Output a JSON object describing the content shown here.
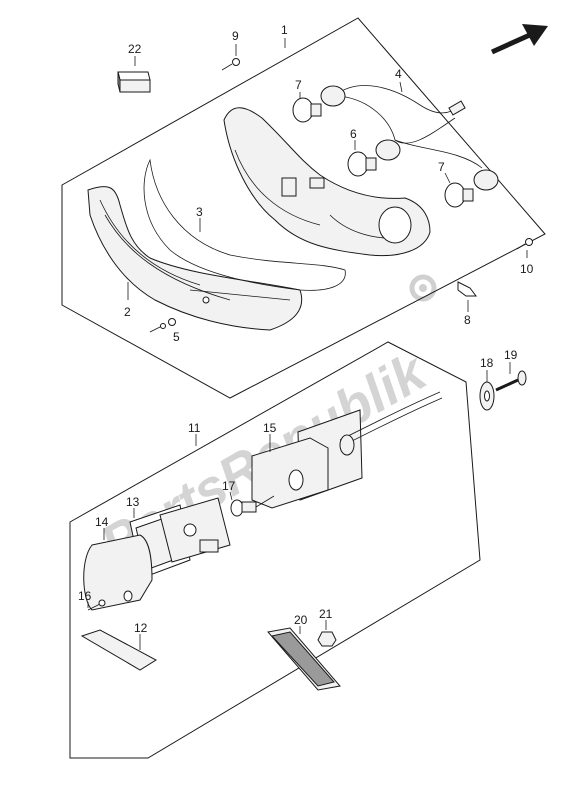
{
  "diagram": {
    "watermark": "PartsRepublik",
    "callouts": {
      "p1": "1",
      "p2": "2",
      "p3": "3",
      "p4": "4",
      "p5": "5",
      "p6": "6",
      "p7a": "7",
      "p7b": "7",
      "p8": "8",
      "p9": "9",
      "p10": "10",
      "p11": "11",
      "p12": "12",
      "p13": "13",
      "p14": "14",
      "p15": "15",
      "p16": "16",
      "p17": "17",
      "p18": "18",
      "p19": "19",
      "p20": "20",
      "p21": "21",
      "p22": "22"
    }
  }
}
